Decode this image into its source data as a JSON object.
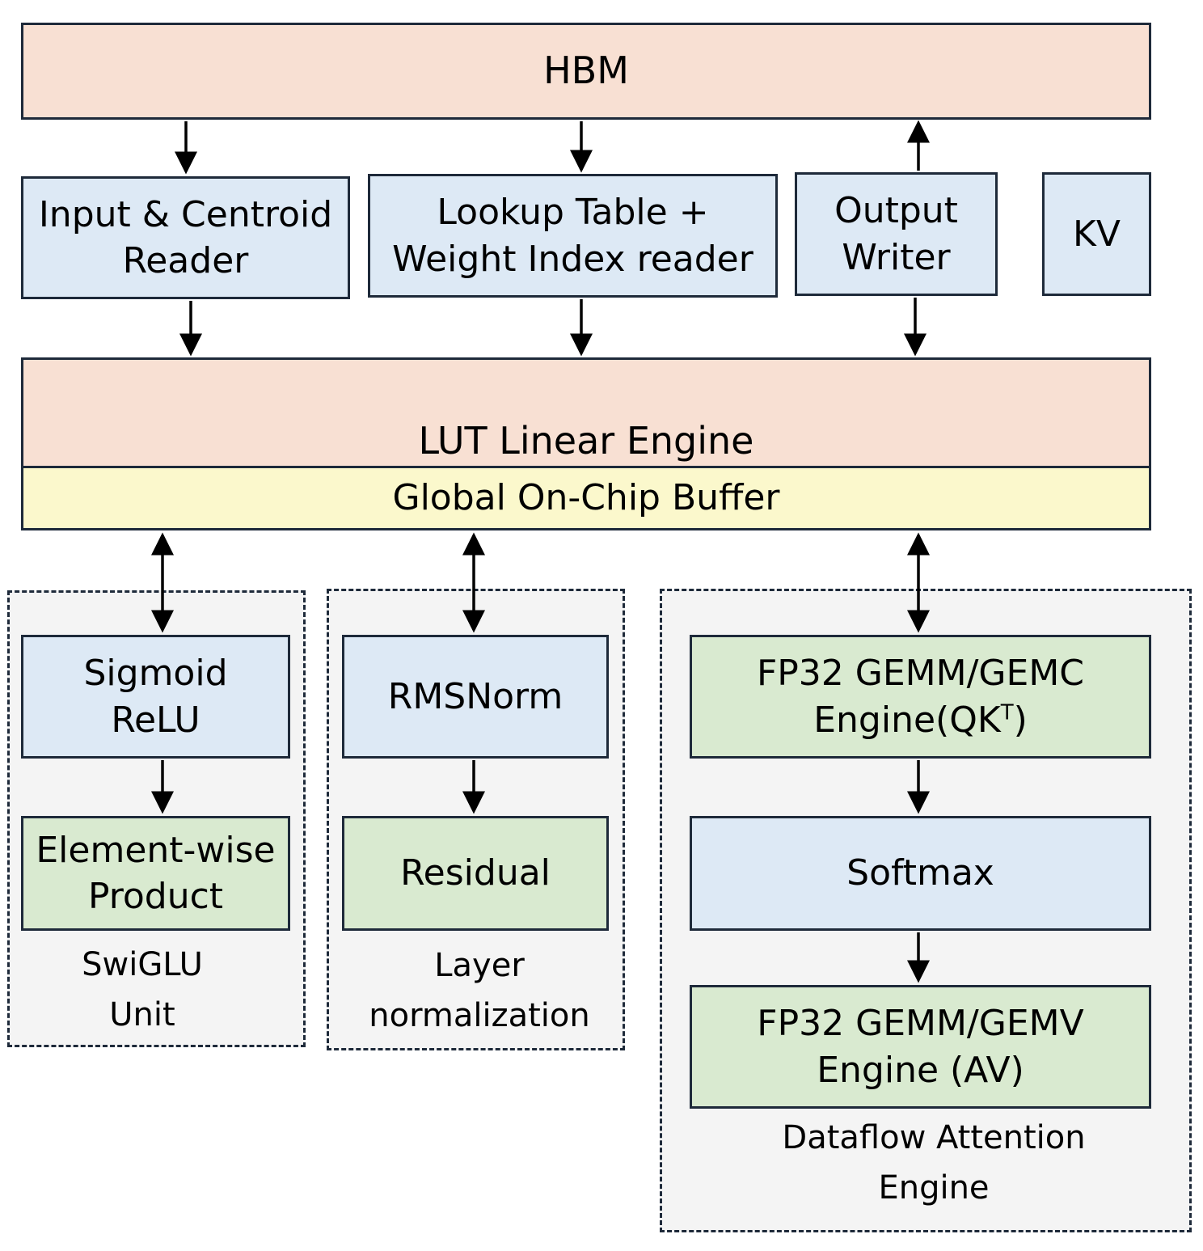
{
  "hbm": "HBM",
  "input_reader": [
    "Input & Centroid",
    "Reader"
  ],
  "lookup_reader": [
    "Lookup Table +",
    "Weight Index reader"
  ],
  "output_writer": [
    "Output",
    "Writer"
  ],
  "kv": "KV",
  "lut_engine": "LUT Linear Engine",
  "global_buffer": "Global On-Chip Buffer",
  "swiglu": {
    "activation": [
      "Sigmoid",
      "ReLU"
    ],
    "product": [
      "Element-wise",
      "Product"
    ],
    "caption": [
      "SwiGLU",
      "Unit"
    ]
  },
  "layernorm": {
    "rmsnorm": "RMSNorm",
    "residual": "Residual",
    "caption": [
      "Layer",
      "normalization"
    ]
  },
  "attention": {
    "qk_engine": [
      "FP32 GEMM/GEMC",
      "Engine(QK",
      "T",
      ")"
    ],
    "softmax": "Softmax",
    "av_engine": [
      "FP32 GEMM/GEMV",
      "Engine (AV)"
    ],
    "caption": [
      "Dataflow Attention",
      "Engine"
    ]
  },
  "colors": {
    "memory": "#f8e0d3",
    "io_unit": "#dde9f5",
    "compute": "#d9ead0",
    "buffer": "#fbf8cc",
    "group_bg": "#f4f4f4",
    "stroke": "#1e2a3a"
  }
}
